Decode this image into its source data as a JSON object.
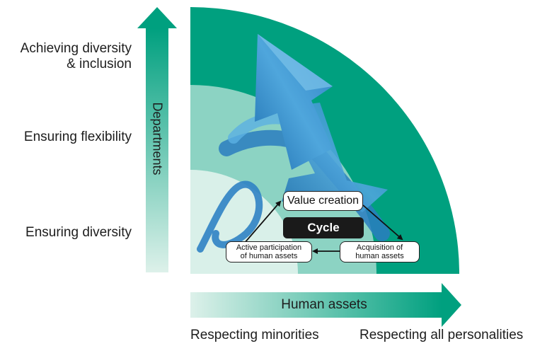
{
  "vertical_axis": {
    "label": "Departments",
    "levels": [
      "Achieving diversity\n& inclusion",
      "Ensuring flexibility",
      "Ensuring diversity"
    ]
  },
  "horizontal_axis": {
    "label": "Human assets",
    "levels": [
      "Respecting minorities",
      "Respecting all personalities"
    ]
  },
  "cycle": {
    "center_label": "Cycle",
    "nodes": [
      "Value creation",
      "Acquisition of\nhuman assets",
      "Active participation\nof human assets"
    ]
  },
  "colors": {
    "outer_ring": "#00A07F",
    "middle_ring": "#8CD3C3",
    "inner_ring": "#D9F0E9",
    "arrow_blue": "#3D96CF",
    "cycle_bg": "#1A1A1A"
  }
}
